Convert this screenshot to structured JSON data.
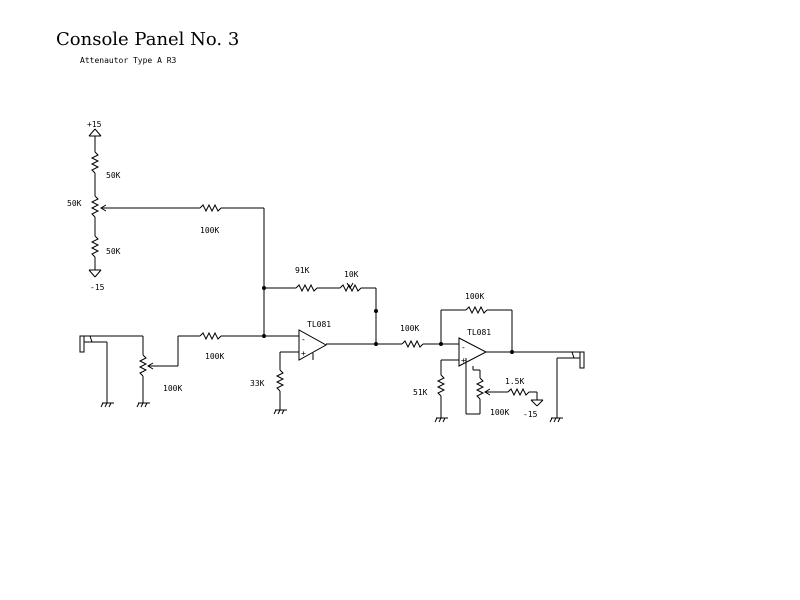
{
  "header": {
    "title": "Console Panel No. 3",
    "subtitle": "Attenautor Type A R3"
  },
  "rails": {
    "positive": "+15",
    "negative": "-15",
    "negative2": "-15"
  },
  "components": {
    "r_top": "50K",
    "pot_offset": "50K",
    "r_bottom": "50K",
    "r_offset_feed": "100K",
    "r_input": "100K",
    "pot_level": "100K",
    "r_fb1": "91K",
    "pot_fb1": "10K",
    "opamp1": "TL081",
    "r_gnd1": "33K",
    "r_mid": "100K",
    "r_fb2": "100K",
    "opamp2": "TL081",
    "r_gnd2": "51K",
    "r_trim_series": "1.5K",
    "pot_trim": "100K"
  }
}
